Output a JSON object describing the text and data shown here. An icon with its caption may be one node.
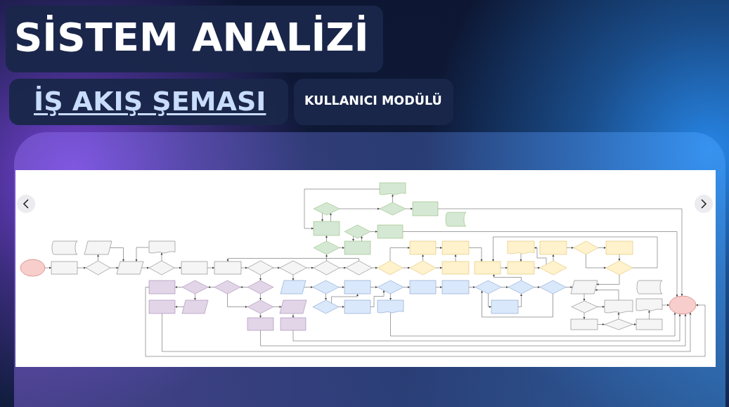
{
  "diagram": {
    "title": "SİSTEM ANALİZİ",
    "nodes": [
      {
        "text": [],
        "shape": "ellipse"
      },
      {
        "text": [],
        "shape": "box"
      },
      {
        "text": [],
        "shape": "storage"
      },
      {
        "text": [],
        "shape": "diamond"
      },
      {
        "text": [],
        "shape": "parallelogram"
      },
      {
        "text": [],
        "shape": "parallelogram"
      },
      {
        "text": [],
        "shape": "diamond"
      },
      {
        "text": [],
        "shape": "document"
      },
      {
        "text": [],
        "shape": "box"
      },
      {
        "text": [],
        "shape": "box"
      },
      {
        "text": [],
        "shape": "diamond"
      },
      {
        "text": [],
        "shape": "diamond"
      },
      {
        "text": [],
        "shape": "diamond"
      },
      {
        "text": [],
        "shape": "diamond"
      },
      {
        "text": [],
        "shape": "diamond"
      },
      {
        "text": [],
        "shape": "box"
      },
      {
        "text": [],
        "shape": "diamond"
      },
      {
        "text": [],
        "shape": "diamond"
      },
      {
        "text": [],
        "shape": "document"
      },
      {
        "text": [],
        "shape": "box"
      },
      {
        "text": [],
        "shape": "storage"
      },
      {
        "text": [],
        "shape": "box"
      },
      {
        "text": [],
        "shape": "diamond"
      },
      {
        "text": [],
        "shape": "box"
      },
      {
        "text": [],
        "shape": "diamond"
      },
      {
        "text": [],
        "shape": "diamond"
      },
      {
        "text": [],
        "shape": "diamond"
      },
      {
        "text": [],
        "shape": "box"
      },
      {
        "text": [],
        "shape": "parallelogram"
      },
      {
        "text": [],
        "shape": "box"
      },
      {
        "text": [],
        "shape": "diamond"
      },
      {
        "text": [],
        "shape": "parallelogram"
      },
      {
        "text": [],
        "shape": "box"
      },
      {
        "text": [],
        "shape": "box"
      },
      {
        "text": [],
        "shape": "parallelogram"
      },
      {
        "text": [],
        "shape": "diamond"
      },
      {
        "text": [],
        "shape": "box"
      },
      {
        "text": [],
        "shape": "diamond"
      },
      {
        "text": [],
        "shape": "box"
      },
      {
        "text": [],
        "shape": "diamond"
      },
      {
        "text": [],
        "shape": "document"
      },
      {
        "text": [],
        "shape": "box"
      },
      {
        "text": [],
        "shape": "box"
      },
      {
        "text": [],
        "shape": "diamond"
      },
      {
        "text": [],
        "shape": "box"
      },
      {
        "text": [],
        "shape": "diamond"
      },
      {
        "text": [],
        "shape": "diamond"
      },
      {
        "text": [],
        "shape": "diamond"
      },
      {
        "text": [],
        "shape": "diamond"
      },
      {
        "text": [],
        "shape": "box"
      },
      {
        "text": [],
        "shape": "box"
      },
      {
        "text": [],
        "shape": "box"
      },
      {
        "text": [],
        "shape": "box"
      },
      {
        "text": [],
        "shape": "box"
      },
      {
        "text": [],
        "shape": "document"
      },
      {
        "text": [],
        "shape": "diamond"
      },
      {
        "text": [],
        "shape": "box"
      },
      {
        "text": [],
        "shape": "diamond"
      },
      {
        "text": [],
        "shape": "box"
      },
      {
        "text": [],
        "shape": "diamond"
      },
      {
        "text": [],
        "shape": "parallelogram"
      },
      {
        "text": [],
        "shape": "diamond"
      },
      {
        "text": [],
        "shape": "box"
      },
      {
        "text": [],
        "shape": "document"
      },
      {
        "text": [],
        "shape": "diamond"
      },
      {
        "text": [],
        "shape": "box"
      },
      {
        "text": [],
        "shape": "document"
      },
      {
        "text": [],
        "shape": "storage"
      },
      {
        "text": [],
        "shape": "ellipse"
      }
    ],
    "edges": [
      {
        "from": 0,
        "to": 1,
        "arrow": "to"
      },
      {
        "from": 1,
        "to": 3,
        "arrow": "to"
      },
      {
        "from": 3,
        "to": 4,
        "arrow": "to"
      },
      {
        "from": 3,
        "to": 5,
        "arrow": "to"
      },
      {
        "from": 4,
        "to": 5,
        "arrow": "to"
      },
      {
        "from": 5,
        "to": 6,
        "arrow": "to"
      },
      {
        "from": 6,
        "to": 7,
        "arrow": "to"
      },
      {
        "from": 6,
        "to": 8,
        "arrow": "to"
      },
      {
        "from": 7,
        "to": 5,
        "arrow": "to"
      },
      {
        "from": 8,
        "to": 9,
        "arrow": "to"
      },
      {
        "from": 9,
        "to": 10,
        "arrow": "to"
      },
      {
        "from": 10,
        "to": 11,
        "arrow": "to"
      },
      {
        "from": 11,
        "to": 12,
        "arrow": "to"
      },
      {
        "from": 12,
        "to": 13,
        "arrow": "to"
      },
      {
        "from": 13,
        "to": 9,
        "arrow": "to"
      },
      {
        "from": 10,
        "to": 24,
        "arrow": "to"
      },
      {
        "from": 11,
        "to": 34,
        "arrow": "to"
      },
      {
        "from": 12,
        "to": 14,
        "arrow": "to"
      },
      {
        "from": 13,
        "to": 47,
        "arrow": "to"
      },
      {
        "from": 14,
        "to": 15,
        "arrow": "to"
      },
      {
        "from": 14,
        "to": 21,
        "arrow": "to"
      },
      {
        "from": 15,
        "to": 16,
        "arrow": "to"
      },
      {
        "from": 16,
        "to": 15,
        "arrow": "to"
      },
      {
        "from": 16,
        "to": 17,
        "arrow": "to"
      },
      {
        "from": 17,
        "to": 19,
        "arrow": "to"
      },
      {
        "from": 17,
        "to": 18,
        "arrow": "to"
      },
      {
        "from": 18,
        "to": 15,
        "arrow": "to"
      },
      {
        "from": 19,
        "to": 68,
        "arrow": "to"
      },
      {
        "from": 21,
        "to": 22,
        "arrow": "to"
      },
      {
        "from": 22,
        "to": 21,
        "arrow": "to"
      },
      {
        "from": 22,
        "to": 23,
        "arrow": "to"
      },
      {
        "from": 23,
        "to": 68,
        "arrow": "to"
      },
      {
        "from": 24,
        "to": 25,
        "arrow": "to"
      },
      {
        "from": 24,
        "to": 30,
        "arrow": "to"
      },
      {
        "from": 25,
        "to": 26,
        "arrow": "to"
      },
      {
        "from": 25,
        "to": 30,
        "arrow": "to"
      },
      {
        "from": 26,
        "to": 27,
        "arrow": "to"
      },
      {
        "from": 26,
        "to": 28,
        "arrow": "to"
      },
      {
        "from": 28,
        "to": 29,
        "arrow": "to"
      },
      {
        "from": 30,
        "to": 32,
        "arrow": "to"
      },
      {
        "from": 30,
        "to": 31,
        "arrow": "to"
      },
      {
        "from": 31,
        "to": 33,
        "arrow": "to"
      },
      {
        "from": 27,
        "to": 68,
        "arrow": "to"
      },
      {
        "from": 29,
        "to": 68,
        "arrow": "to"
      },
      {
        "from": 32,
        "to": 68,
        "arrow": "to"
      },
      {
        "from": 33,
        "to": 68,
        "arrow": "to"
      },
      {
        "from": 34,
        "to": 35,
        "arrow": "to"
      },
      {
        "from": 35,
        "to": 36,
        "arrow": "to"
      },
      {
        "from": 35,
        "to": 37,
        "arrow": "to"
      },
      {
        "from": 37,
        "to": 38,
        "arrow": "to"
      },
      {
        "from": 37,
        "to": 36,
        "arrow": "to"
      },
      {
        "from": 36,
        "to": 39,
        "arrow": "to"
      },
      {
        "from": 38,
        "to": 39,
        "arrow": "to"
      },
      {
        "from": 39,
        "to": 41,
        "arrow": "to"
      },
      {
        "from": 39,
        "to": 40,
        "arrow": "to"
      },
      {
        "from": 40,
        "to": 68,
        "arrow": "to"
      },
      {
        "from": 41,
        "to": 42,
        "arrow": "to"
      },
      {
        "from": 42,
        "to": 43,
        "arrow": "to"
      },
      {
        "from": 43,
        "to": 44,
        "arrow": "to"
      },
      {
        "from": 43,
        "to": 45,
        "arrow": "to"
      },
      {
        "from": 44,
        "to": 45,
        "arrow": "to"
      },
      {
        "from": 45,
        "to": 52,
        "arrow": "to"
      },
      {
        "from": 45,
        "to": 46,
        "arrow": "to"
      },
      {
        "from": 46,
        "to": 60,
        "arrow": "to"
      },
      {
        "from": 46,
        "to": 43,
        "arrow": "to"
      },
      {
        "from": 47,
        "to": 48,
        "arrow": "to"
      },
      {
        "from": 47,
        "to": 49,
        "arrow": "to"
      },
      {
        "from": 48,
        "to": 50,
        "arrow": "to"
      },
      {
        "from": 48,
        "to": 49,
        "arrow": "to"
      },
      {
        "from": 49,
        "to": 51,
        "arrow": "to"
      },
      {
        "from": 50,
        "to": 51,
        "arrow": "to"
      },
      {
        "from": 51,
        "to": 52,
        "arrow": "to"
      },
      {
        "from": 52,
        "to": 53,
        "arrow": "to"
      },
      {
        "from": 53,
        "to": 55,
        "arrow": "to"
      },
      {
        "from": 55,
        "to": 56,
        "arrow": "to"
      },
      {
        "from": 55,
        "to": 54,
        "arrow": "to"
      },
      {
        "from": 54,
        "to": 53,
        "arrow": "to"
      },
      {
        "from": 56,
        "to": 57,
        "arrow": "to"
      },
      {
        "from": 57,
        "to": 58,
        "arrow": "to"
      },
      {
        "from": 57,
        "to": 59,
        "arrow": "to"
      },
      {
        "from": 58,
        "to": 59,
        "arrow": "to"
      },
      {
        "from": 59,
        "to": 60,
        "arrow": "to"
      },
      {
        "from": 59,
        "to": 52,
        "arrow": "to"
      },
      {
        "from": 60,
        "to": 61,
        "arrow": "to"
      },
      {
        "from": 61,
        "to": 62,
        "arrow": "to"
      },
      {
        "from": 61,
        "to": 63,
        "arrow": "to"
      },
      {
        "from": 63,
        "to": 60,
        "arrow": "to"
      },
      {
        "from": 62,
        "to": 64,
        "arrow": "to"
      },
      {
        "from": 64,
        "to": 65,
        "arrow": "to"
      },
      {
        "from": 64,
        "to": 63,
        "arrow": "to"
      },
      {
        "from": 65,
        "to": 66,
        "arrow": "to"
      },
      {
        "from": 66,
        "to": 68,
        "arrow": "to"
      }
    ],
    "labels": [
      "İŞ AKIŞ ŞEMASI",
      "KULLANICI MODÜLÜ"
    ]
  }
}
